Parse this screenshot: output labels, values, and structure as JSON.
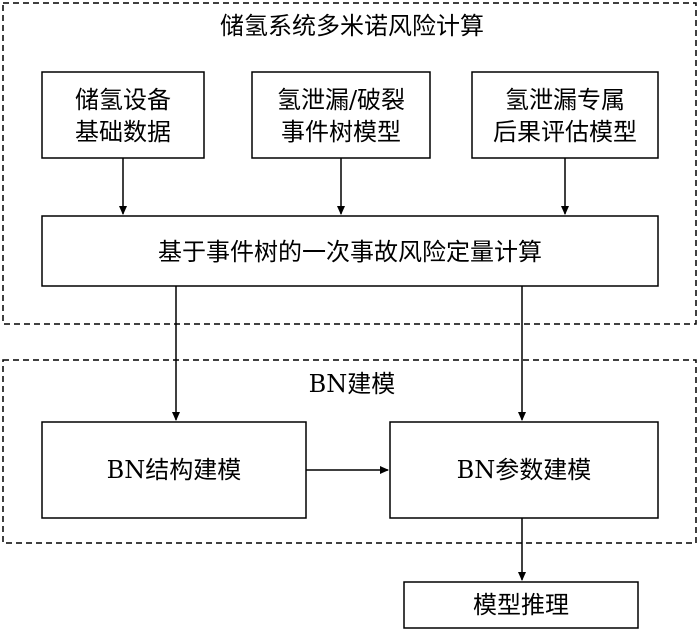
{
  "groups": {
    "top": {
      "title": "储氢系统多米诺风险计算"
    },
    "bn": {
      "title": "BN建模"
    }
  },
  "nodes": {
    "storage_data": {
      "line1": "储氢设备",
      "line2": "基础数据"
    },
    "event_tree": {
      "line1": "氢泄漏/破裂",
      "line2": "事件树模型"
    },
    "consequence": {
      "line1": "氢泄漏专属",
      "line2": "后果评估模型"
    },
    "primary_risk": {
      "label": "基于事件树的一次事故风险定量计算"
    },
    "bn_structure": {
      "label": "BN结构建模"
    },
    "bn_params": {
      "label": "BN参数建模"
    },
    "inference": {
      "label": "模型推理"
    }
  }
}
